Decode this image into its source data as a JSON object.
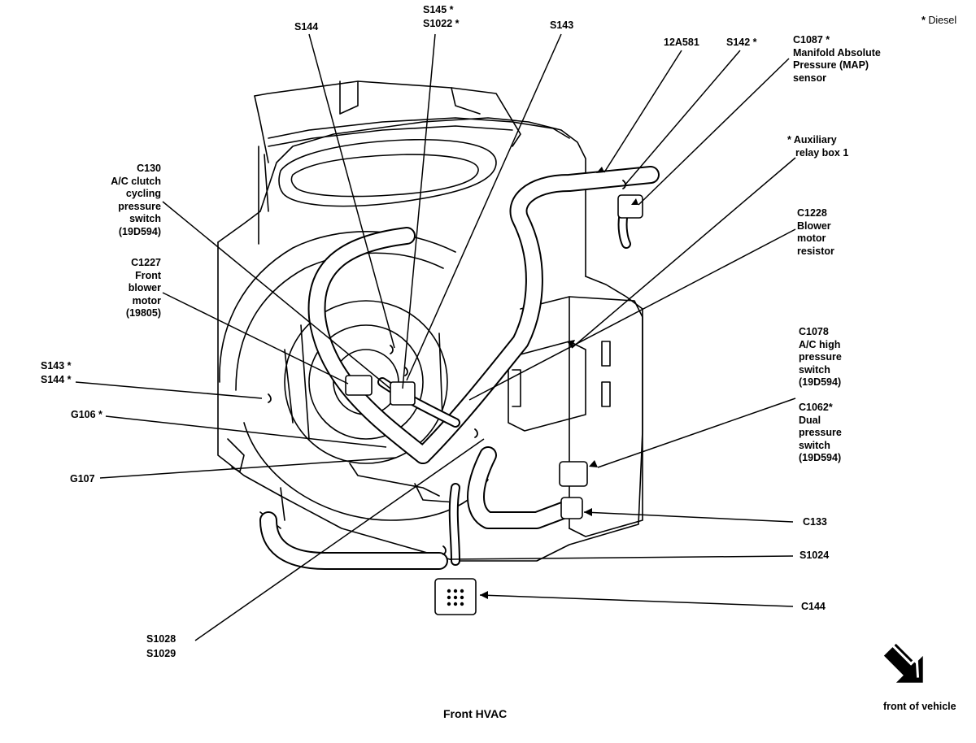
{
  "legend": {
    "star": "*",
    "text": "Diesel"
  },
  "caption": "Front HVAC",
  "orientation": {
    "label": "front of vehicle",
    "icon": "arrow-down-right-icon"
  },
  "callouts": {
    "s144_top": {
      "lines": [
        "S144"
      ]
    },
    "s145": {
      "lines": [
        "S145 *"
      ]
    },
    "s1022": {
      "lines": [
        "S1022 *"
      ]
    },
    "s143_top": {
      "lines": [
        "S143"
      ]
    },
    "n12a581": {
      "lines": [
        "12A581"
      ]
    },
    "s142": {
      "lines": [
        "S142 *"
      ]
    },
    "c1087": {
      "lines": [
        "C1087 *",
        "Manifold Absolute",
        "Pressure (MAP)",
        "sensor"
      ]
    },
    "aux_relay": {
      "lines": [
        "* Auxiliary",
        "relay box 1"
      ]
    },
    "c1228": {
      "lines": [
        "C1228",
        "Blower",
        "motor",
        "resistor"
      ]
    },
    "c130": {
      "lines": [
        "C130",
        "A/C clutch",
        "cycling",
        "pressure",
        "switch",
        "(19D594)"
      ]
    },
    "c1227": {
      "lines": [
        "C1227",
        "Front",
        "blower",
        "motor",
        "(19805)"
      ]
    },
    "s143_left": {
      "lines": [
        "S143 *"
      ]
    },
    "s144_left": {
      "lines": [
        "S144 *"
      ]
    },
    "g106": {
      "lines": [
        "G106 *"
      ]
    },
    "g107": {
      "lines": [
        "G107"
      ]
    },
    "c1078": {
      "lines": [
        "C1078",
        "A/C high",
        "pressure",
        "switch",
        "(19D594)"
      ]
    },
    "c1062": {
      "lines": [
        "C1062*",
        "Dual",
        "pressure",
        "switch",
        "(19D594)"
      ]
    },
    "c133": {
      "lines": [
        "C133"
      ]
    },
    "s1024": {
      "lines": [
        "S1024"
      ]
    },
    "c144": {
      "lines": [
        "C144"
      ]
    },
    "s1028": {
      "lines": [
        "S1028"
      ]
    },
    "s1029": {
      "lines": [
        "S1029"
      ]
    }
  }
}
